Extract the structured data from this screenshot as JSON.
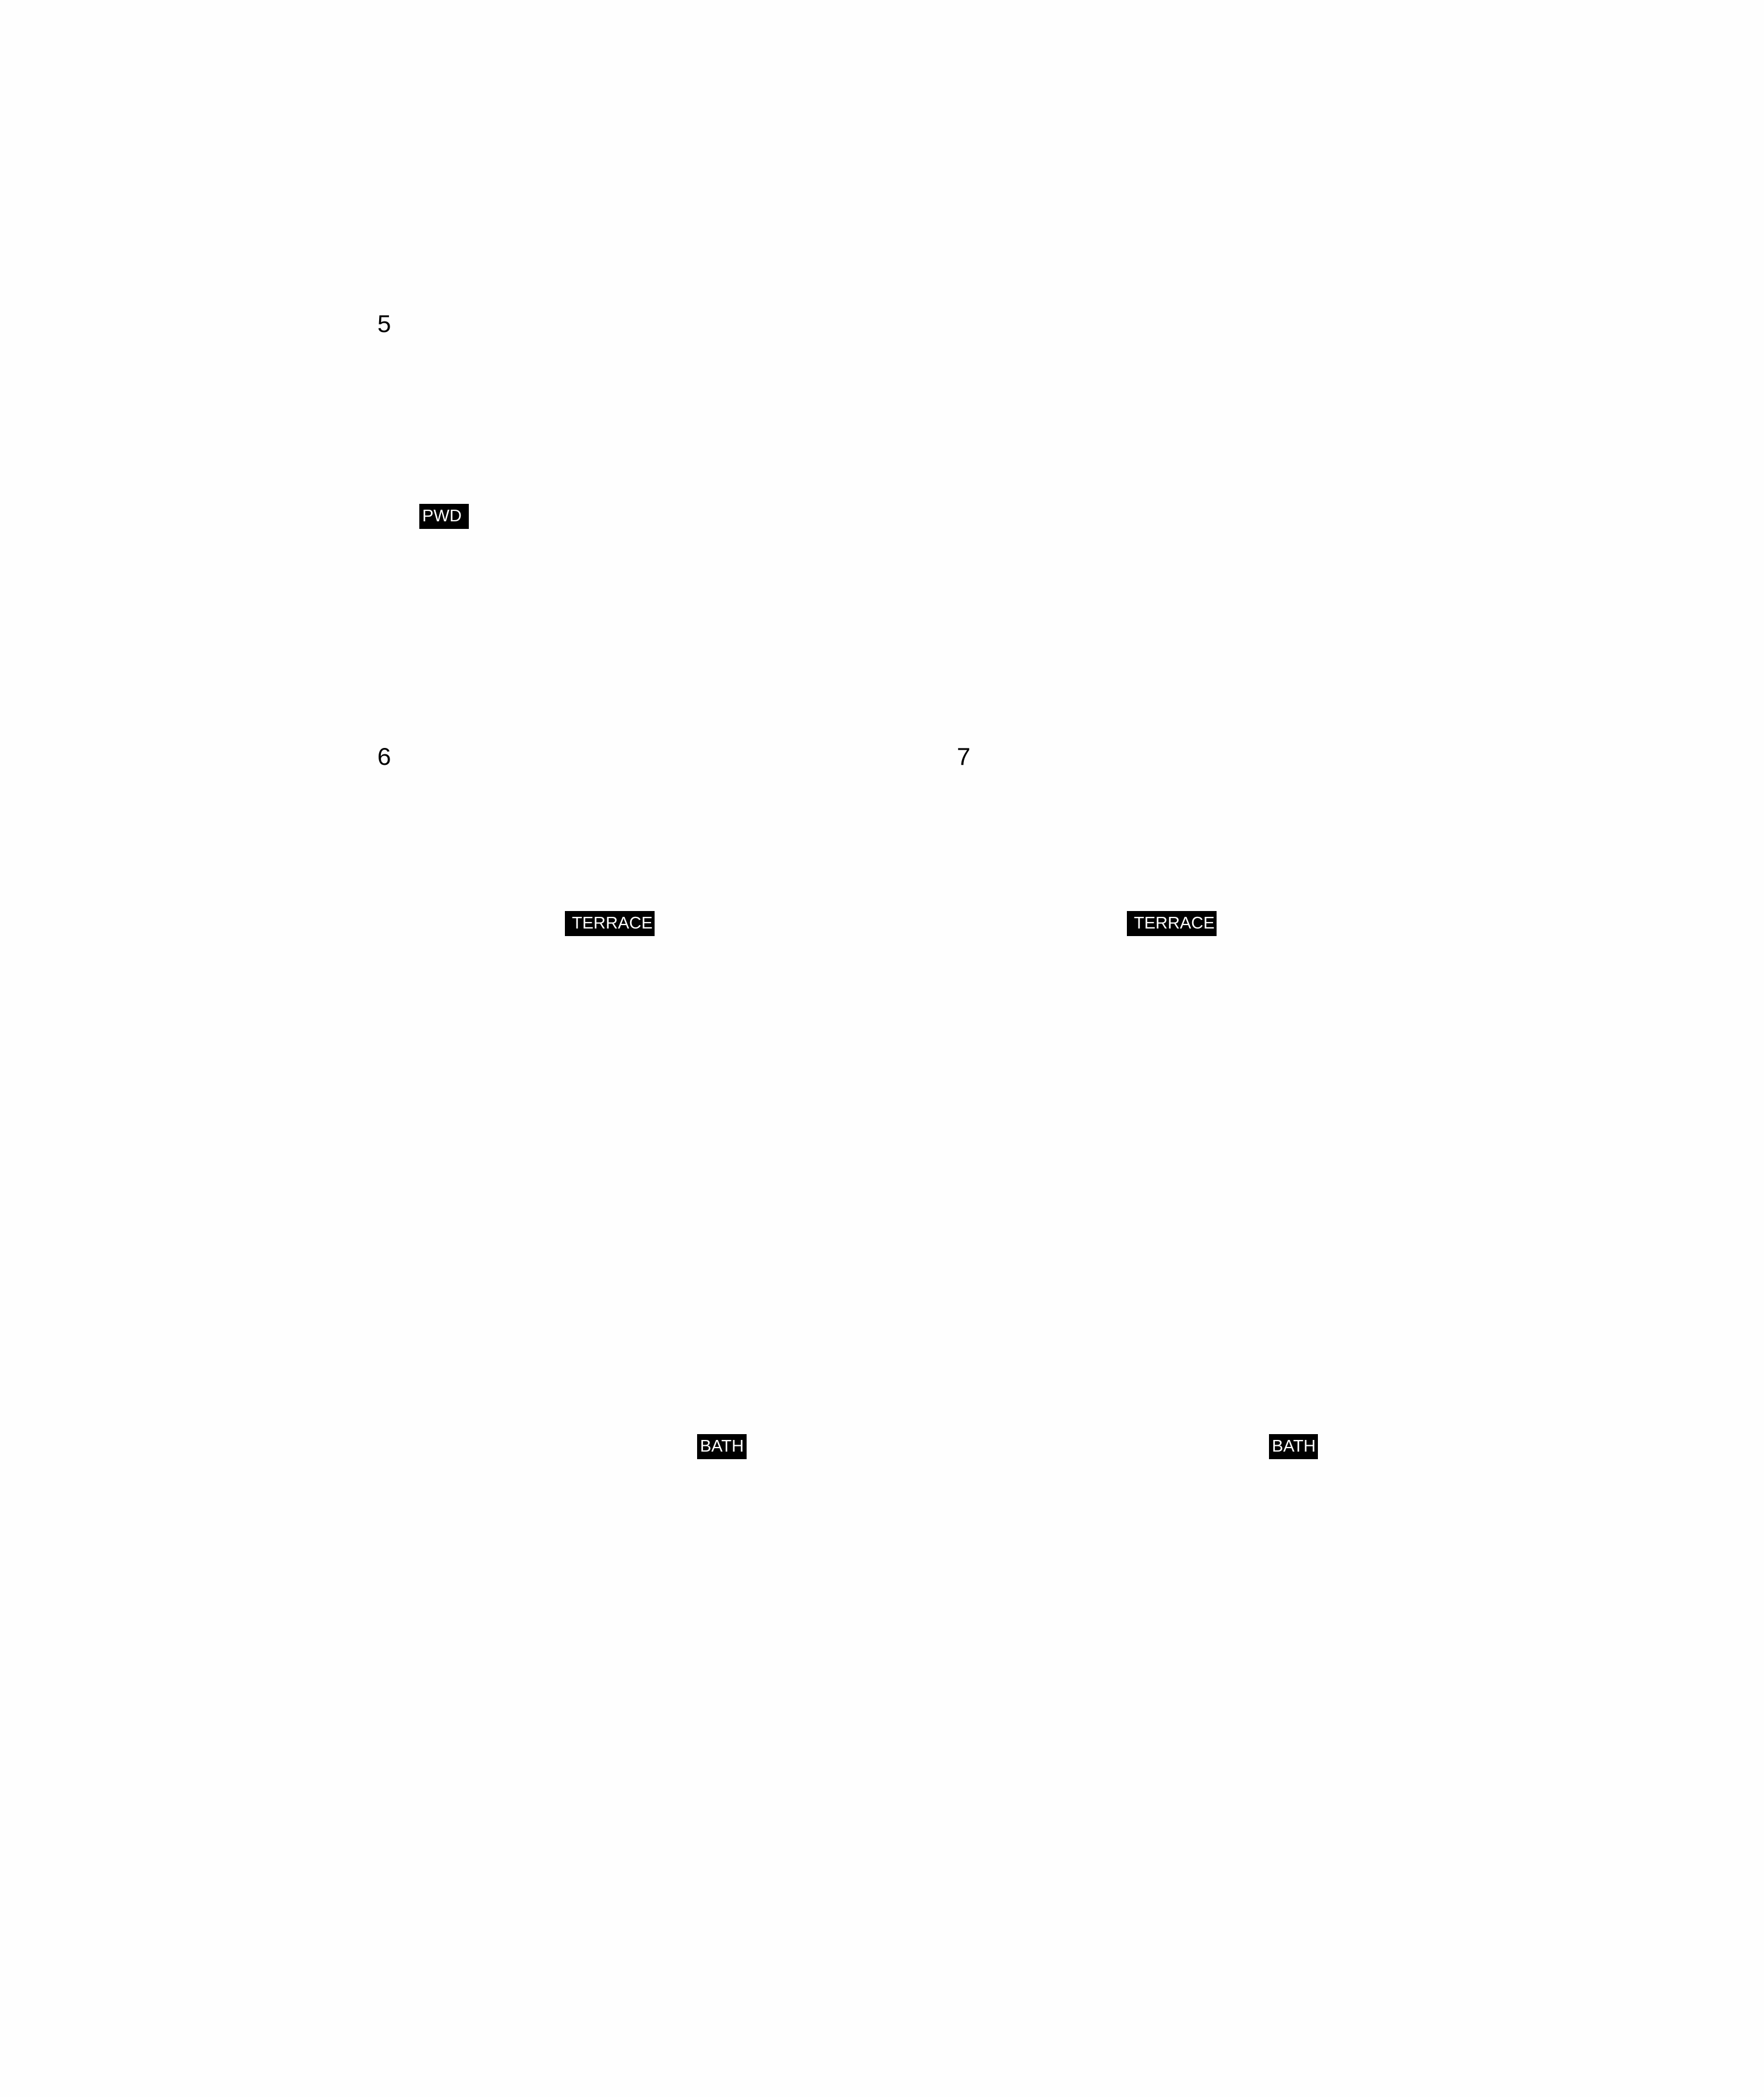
{
  "plans": [
    {
      "number": "5"
    },
    {
      "number": "6"
    },
    {
      "number": "7"
    }
  ],
  "room_tags": [
    {
      "label": "PWD"
    },
    {
      "label": "TERRACE"
    },
    {
      "label": "TERRACE"
    },
    {
      "label": "BATH"
    },
    {
      "label": "BATH"
    }
  ],
  "colors": {
    "background": "#fefefe",
    "tag_fill": "#000000",
    "tag_text": "#ffffff",
    "number_text": "#000000"
  }
}
